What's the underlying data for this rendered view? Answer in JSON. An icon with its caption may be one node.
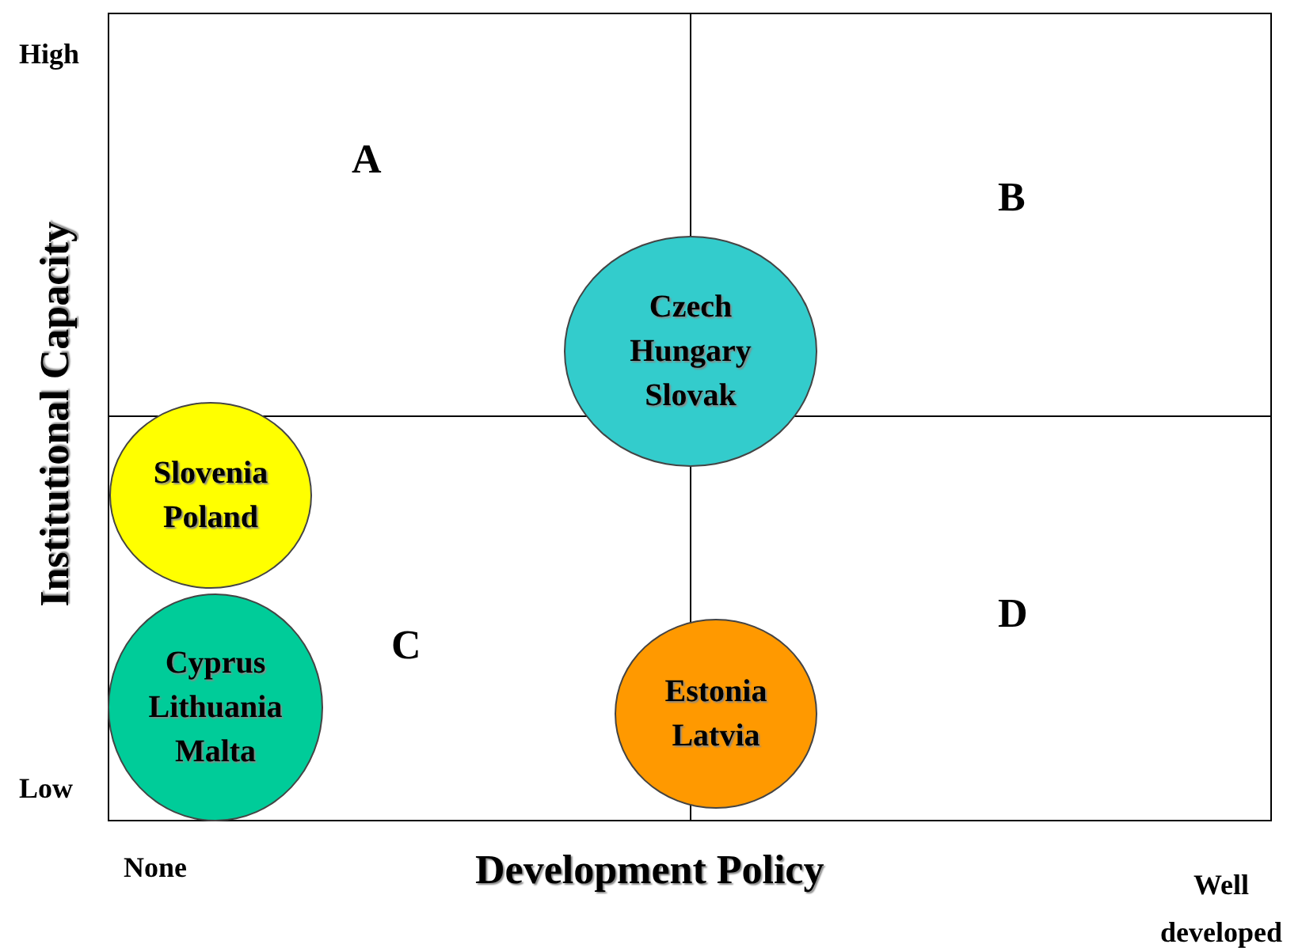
{
  "diagram": {
    "nodes": [
      {
        "text": [
          "Czech Hungary Slovak"
        ]
      },
      {
        "text": [
          "Slovenia Poland"
        ]
      },
      {
        "text": [
          "Cyprus Lithuania Malta"
        ]
      },
      {
        "text": [
          "Estonia Latvia"
        ]
      }
    ],
    "labels": [
      "High",
      "Institutional Capacity",
      "A",
      "B",
      "D",
      "C",
      "Low",
      "None",
      "Development Policy",
      "Well developed"
    ]
  }
}
